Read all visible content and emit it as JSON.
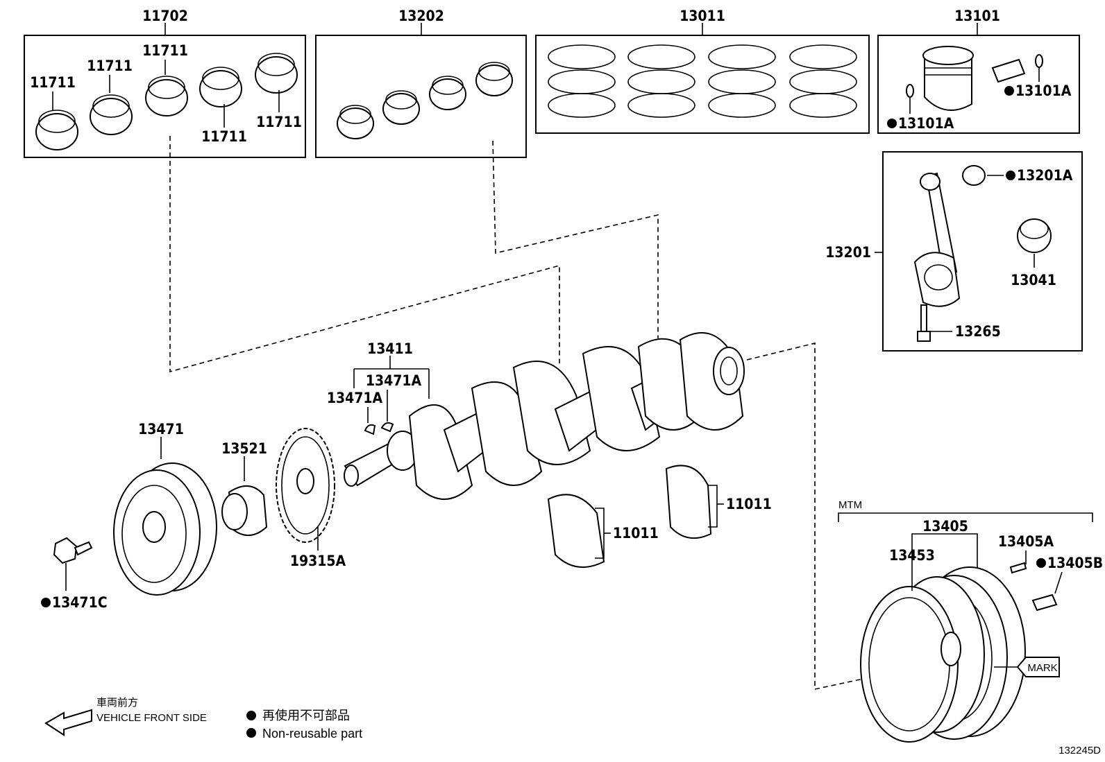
{
  "labels": {
    "p11702": "11702",
    "p11711": "11711",
    "p13202": "13202",
    "p13011": "13011",
    "p13101": "13101",
    "p13101A": "13101A",
    "p13201A": "13201A",
    "p13201": "13201",
    "p13041": "13041",
    "p13265": "13265",
    "p13411": "13411",
    "p13471A": "13471A",
    "p13471": "13471",
    "p13521": "13521",
    "p19315A": "19315A",
    "p13471C": "13471C",
    "p11011": "11011",
    "p13405": "13405",
    "p13405A": "13405A",
    "p13405B": "13405B",
    "p13453": "13453",
    "mtm": "MTM",
    "mark": "MARK",
    "diagram_id": "132245D"
  },
  "legend": {
    "front_jp": "車両前方",
    "front_en": "VEHICLE FRONT SIDE",
    "nonreuse_jp": "再使用不可部品",
    "nonreuse_en": "Non-reusable part",
    "bullet": "●"
  },
  "colors": {
    "line": "#000000",
    "background": "#ffffff"
  }
}
